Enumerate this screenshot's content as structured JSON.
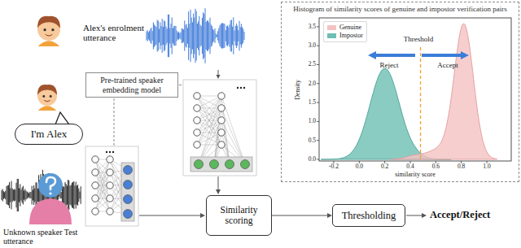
{
  "diagram": {
    "nodes": [
      {
        "text": [
          "Pre-trained speaker embedding model"
        ]
      },
      {
        "text": [
          "I'm Alex"
        ]
      },
      {
        "text": [
          "Similarity scoring"
        ]
      },
      {
        "text": [
          "Thresholding"
        ]
      },
      {
        "text": [
          "Histogram of similarity scores of genuine and impostor verification pairs"
        ]
      }
    ],
    "edges": [
      {
        "from": 2,
        "to": 3,
        "arrow": "to"
      }
    ],
    "labels": [
      "Alex's enrolment utterance",
      "Unknown speaker Test utterance",
      "Accept/Reject",
      "Threshold",
      "Reject",
      "Accept",
      "Density",
      "similarity score",
      "-0.2",
      "0.0",
      "0.2",
      "0.4",
      "0.6",
      "0.8",
      "1.0",
      "0.0",
      "0.5",
      "1.0",
      "1.5",
      "2.0",
      "2.5",
      "3.0",
      "3.5"
    ],
    "legend": [
      {
        "text": "Genuine",
        "color": "#f4c2c2"
      },
      {
        "text": "Impostor",
        "color": "#6dbfb3"
      }
    ]
  }
}
